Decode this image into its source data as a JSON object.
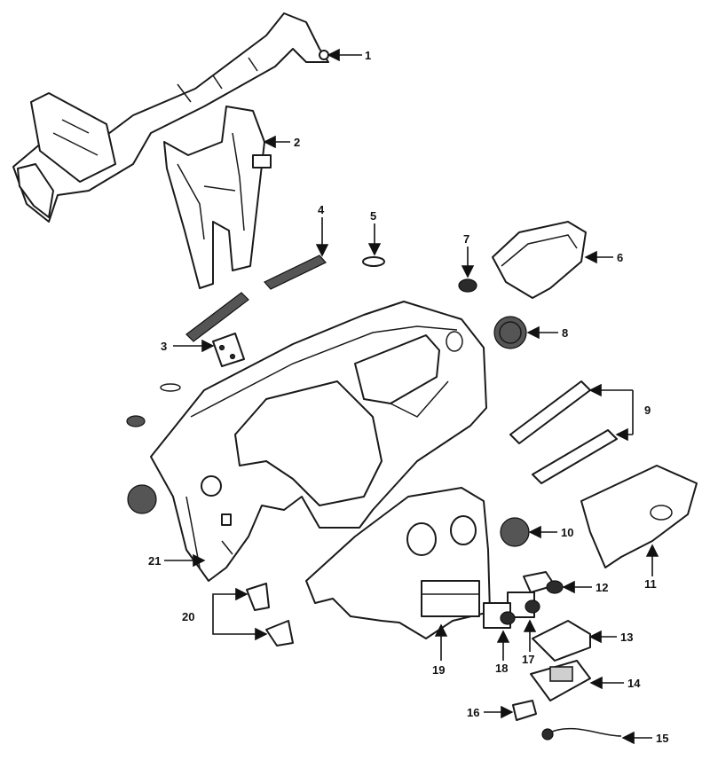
{
  "callouts": [
    "1",
    "2",
    "3",
    "4",
    "5",
    "6",
    "7",
    "8",
    "9",
    "10",
    "11",
    "12",
    "13",
    "14",
    "15",
    "16",
    "17",
    "18",
    "19",
    "20",
    "21"
  ]
}
